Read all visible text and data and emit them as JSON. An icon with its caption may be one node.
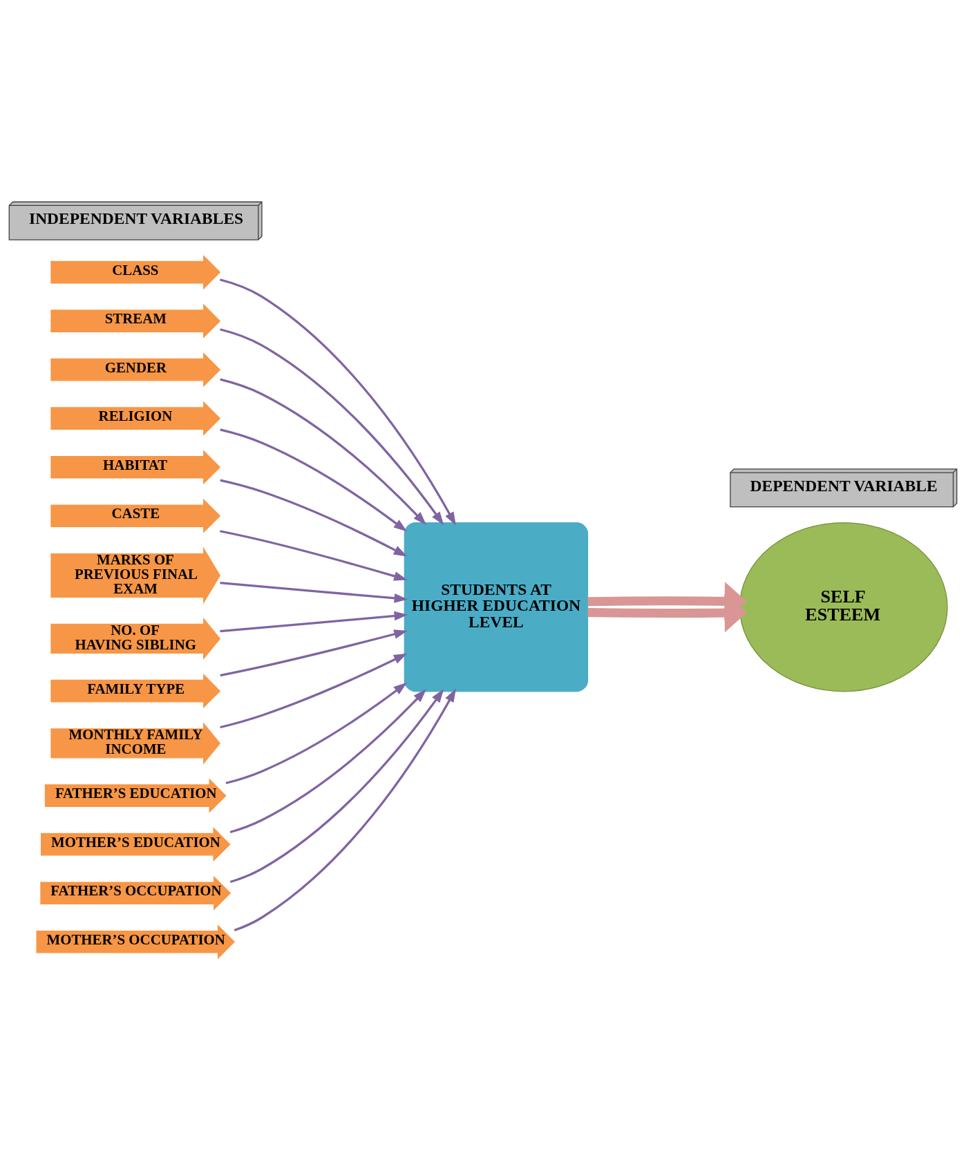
{
  "diagram": {
    "nodes": [
      {
        "text": [
          "CLASS"
        ]
      },
      {
        "text": [
          "STREAM"
        ]
      },
      {
        "text": [
          "GENDER"
        ]
      },
      {
        "text": [
          "RELIGION"
        ]
      },
      {
        "text": [
          "HABITAT"
        ]
      },
      {
        "text": [
          "CASTE"
        ]
      },
      {
        "text": [
          "MARKS OF PREVIOUS FINAL EXAM"
        ]
      },
      {
        "text": [
          "NO. OF HAVING SIBLING"
        ]
      },
      {
        "text": [
          "FAMILY TYPE"
        ]
      },
      {
        "text": [
          "MONTHLY FAMILY INCOME"
        ]
      },
      {
        "text": [
          "FATHER’S EDUCATION"
        ]
      },
      {
        "text": [
          "MOTHER’S EDUCATION"
        ]
      },
      {
        "text": [
          "FATHER’S OCCUPATION"
        ]
      },
      {
        "text": [
          "MOTHER’S OCCUPATION"
        ]
      },
      {
        "text": [
          "STUDENTS AT HIGHER EDUCATION LEVEL"
        ]
      },
      {
        "text": [
          "SELF ESTEEM"
        ]
      },
      {
        "text": [
          "DEPENDENT VARIABLE"
        ]
      },
      {
        "text": [
          "INDEPENDENT VARIABLES"
        ]
      }
    ],
    "edges": [
      {
        "from": 0,
        "to": 14,
        "arrow": "to"
      },
      {
        "from": 1,
        "to": 14,
        "arrow": "to"
      },
      {
        "from": 2,
        "to": 14,
        "arrow": "to"
      },
      {
        "from": 3,
        "to": 14,
        "arrow": "to"
      },
      {
        "from": 4,
        "to": 14,
        "arrow": "to"
      },
      {
        "from": 5,
        "to": 14,
        "arrow": "to"
      },
      {
        "from": 6,
        "to": 14,
        "arrow": "to"
      },
      {
        "from": 7,
        "to": 14,
        "arrow": "to"
      },
      {
        "from": 8,
        "to": 14,
        "arrow": "to"
      },
      {
        "from": 9,
        "to": 14,
        "arrow": "to"
      },
      {
        "from": 10,
        "to": 14,
        "arrow": "to"
      },
      {
        "from": 11,
        "to": 14,
        "arrow": "to"
      },
      {
        "from": 12,
        "to": 14,
        "arrow": "to"
      },
      {
        "from": 13,
        "to": 14,
        "arrow": "to"
      },
      {
        "from": 14,
        "to": 15,
        "arrow": "to",
        "style": "thick",
        "color": "#d99694"
      },
      {
        "from": 14,
        "to": 15,
        "arrow": "to",
        "style": "thick",
        "color": "#d99694"
      }
    ]
  }
}
